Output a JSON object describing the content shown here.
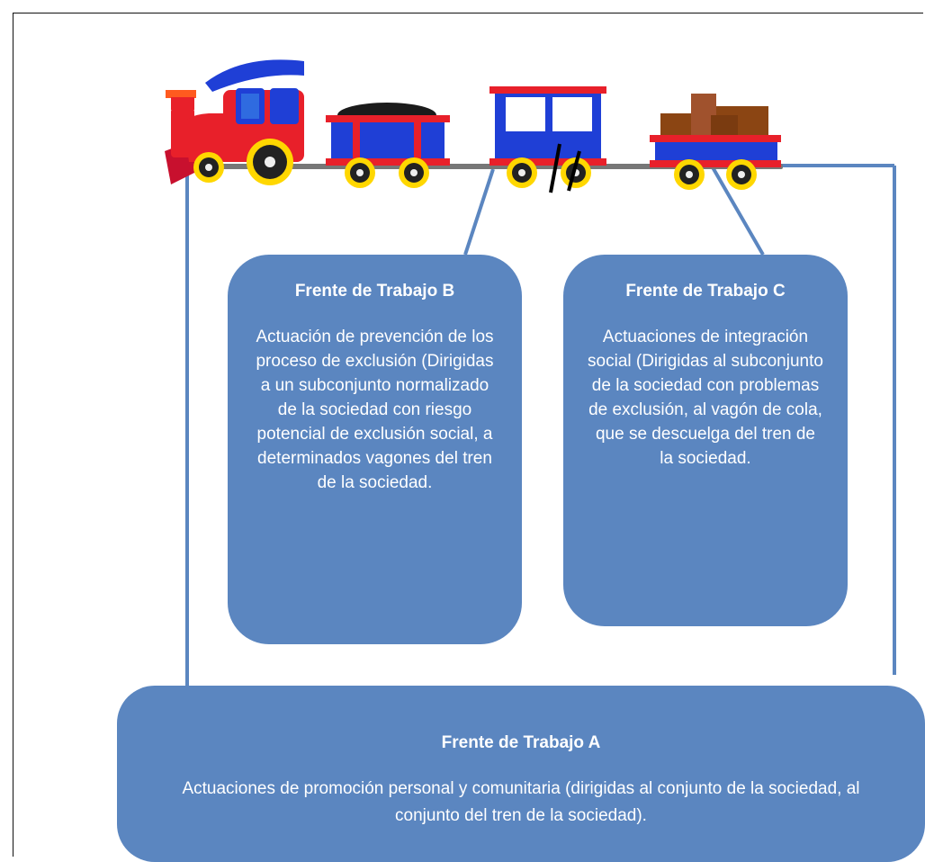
{
  "diagram": {
    "front_b": {
      "title": "Frente de Trabajo B",
      "text": "Actuación de prevención de los proceso de exclusión (Dirigidas a un subconjunto normalizado de la sociedad con riesgo potencial de exclusión social, a determinados vagones del tren de la sociedad."
    },
    "front_c": {
      "title": "Frente de Trabajo C",
      "text": "Actuaciones de integración social (Dirigidas al subconjunto de la sociedad con problemas de exclusión, al vagón de cola, que se descuelga del tren de la sociedad."
    },
    "front_a": {
      "title": "Frente de Trabajo A",
      "text": "Actuaciones de promoción personal y comunitaria (dirigidas al conjunto de la sociedad, al conjunto del tren de la sociedad)."
    },
    "colors": {
      "box_fill": "#5b86c0",
      "connector": "#5b86c0",
      "locomotive": "#e8202a",
      "wagon": "#1f3fd6",
      "coal": "#1b1b1b",
      "cargo": "#8b4513"
    },
    "icons": [
      "locomotive-icon",
      "coal-wagon-icon",
      "passenger-wagon-icon",
      "cargo-wagon-icon",
      "uncoupling-mark-icon"
    ]
  }
}
